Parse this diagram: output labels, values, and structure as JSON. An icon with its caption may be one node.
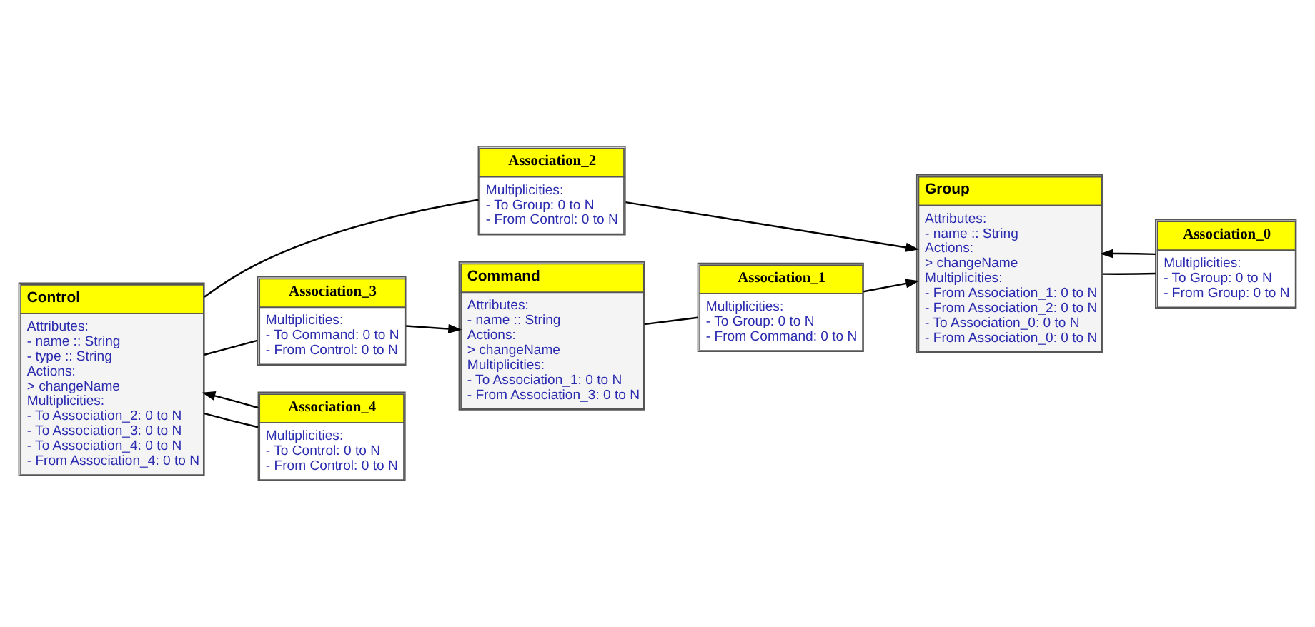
{
  "diagram": {
    "nodes": [
      {
        "text": [
          "Group",
          "Attributes:",
          "- name :: String",
          "Actions:",
          "> changeName",
          "Multiplicities:",
          "- From Association_1: 0 to N",
          "- From Association_2: 0 to N",
          "- To Association_0: 0 to N",
          "- From Association_0: 0 to N"
        ]
      },
      {
        "text": [
          "Association_0",
          "Multiplicities:",
          "- To Group: 0 to N",
          "- From Group: 0 to N"
        ]
      },
      {
        "text": [
          "Association_1",
          "Multiplicities:",
          "- To Group: 0 to N",
          "- From Command: 0 to N"
        ]
      },
      {
        "text": [
          "Command",
          "Attributes:",
          "- name :: String",
          "Actions:",
          "> changeName",
          "Multiplicities:",
          "- To Association_1: 0 to N",
          "- From Association_3: 0 to N"
        ]
      },
      {
        "text": [
          "Association_2",
          "Multiplicities:",
          "- To Group: 0 to N",
          "- From Control: 0 to N"
        ]
      },
      {
        "text": [
          "Control",
          "Attributes:",
          "- name :: String",
          "- type :: String",
          "Actions:",
          "> changeName",
          "Multiplicities:",
          "- To Association_2: 0 to N",
          "- To Association_3: 0 to N",
          "- To Association_4: 0 to N",
          "- From Association_4: 0 to N"
        ]
      },
      {
        "text": [
          "Association_3",
          "Multiplicities:",
          "- To Command: 0 to N",
          "- From Control: 0 to N"
        ]
      },
      {
        "text": [
          "Association_4",
          "Multiplicities:",
          "- To Control: 0 to N",
          "- From Control: 0 to N"
        ]
      }
    ],
    "edges": [
      {
        "from": 1,
        "to": 0,
        "arrow": "to"
      },
      {
        "from": 0,
        "to": 1,
        "arrow": "none"
      },
      {
        "from": 2,
        "to": 0,
        "arrow": "to"
      },
      {
        "from": 3,
        "to": 2,
        "arrow": "none"
      },
      {
        "from": 4,
        "to": 0,
        "arrow": "to"
      },
      {
        "from": 5,
        "to": 4,
        "arrow": "none"
      },
      {
        "from": 6,
        "to": 3,
        "arrow": "to"
      },
      {
        "from": 5,
        "to": 6,
        "arrow": "none"
      },
      {
        "from": 7,
        "to": 5,
        "arrow": "to"
      },
      {
        "from": 5,
        "to": 7,
        "arrow": "none"
      }
    ]
  }
}
